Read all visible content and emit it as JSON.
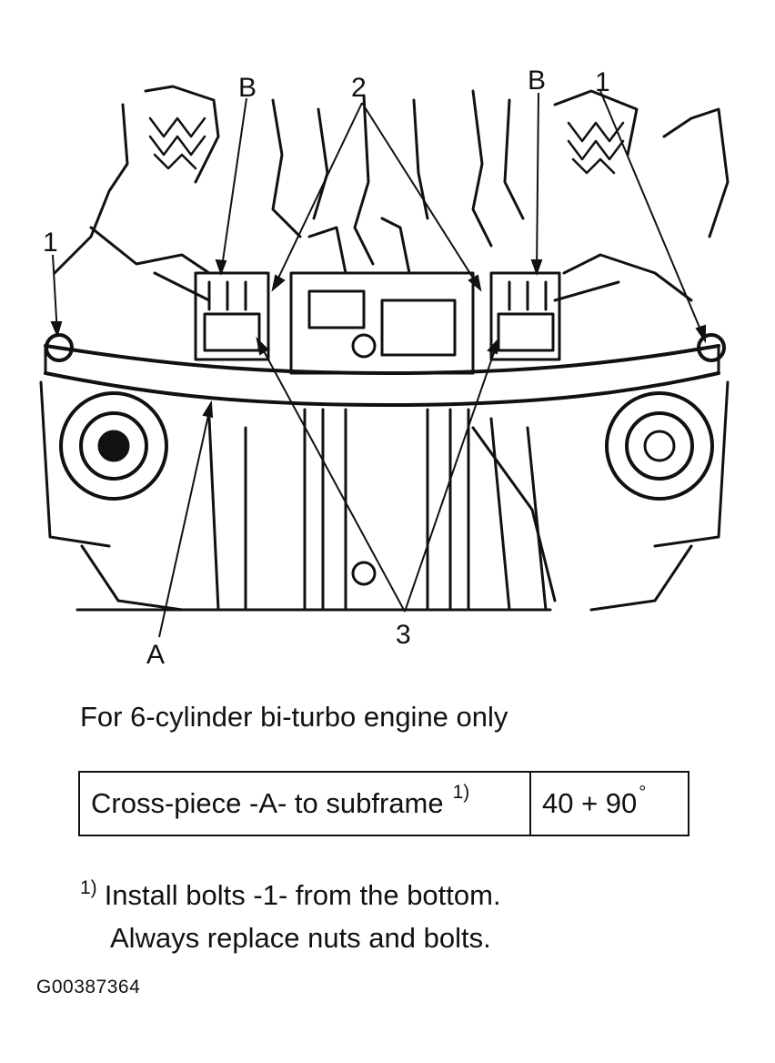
{
  "callouts": {
    "b_left": "B",
    "two": "2",
    "b_right": "B",
    "one_right": "1",
    "one_left": "1",
    "a": "A",
    "three": "3"
  },
  "caption": "For 6-cylinder bi-turbo engine only",
  "spec_table": {
    "label": "Cross-piece -A- to subframe",
    "label_footnote_ref": "1)",
    "value": "40 + 90",
    "value_unit": "°"
  },
  "footnote": {
    "marker": "1)",
    "line1": "Install bolts -1- from the bottom.",
    "line2": "Always replace nuts and bolts."
  },
  "figure_id": "G00387364"
}
